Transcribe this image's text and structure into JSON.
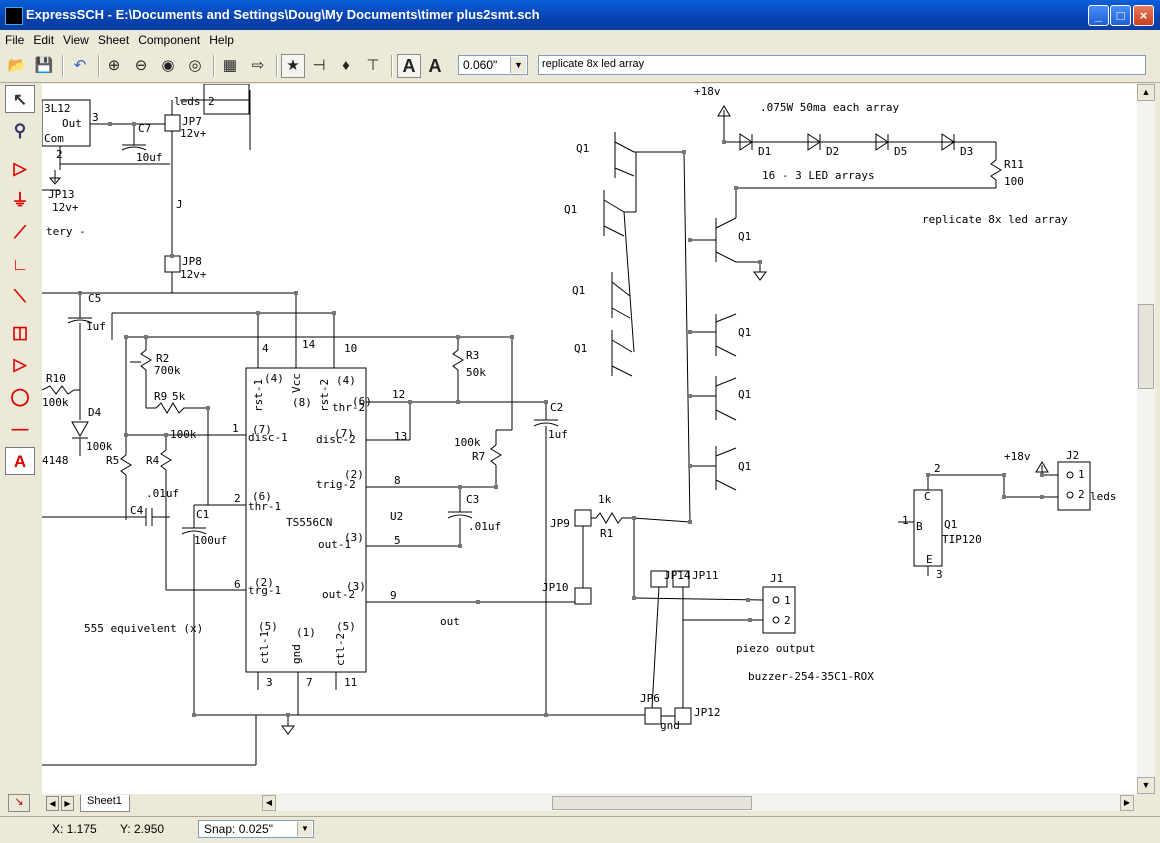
{
  "window": {
    "title": "ExpressSCH - E:\\Documents and Settings\\Doug\\My Documents\\timer plus2smt.sch",
    "controls": {
      "minimize": "_",
      "maximize": "□",
      "close": "×"
    }
  },
  "menu": [
    "File",
    "Edit",
    "View",
    "Sheet",
    "Component",
    "Help"
  ],
  "toolbar": {
    "icons": [
      "open-folder-icon",
      "save-icon",
      "undo-icon",
      "zoom-in-icon",
      "zoom-out-icon",
      "zoom-area-icon",
      "zoom-fit-icon",
      "properties-icon",
      "netlist-icon",
      "select-person-icon",
      "probe-icon",
      "part-icon",
      "pin-icon",
      "text-a-outline-icon",
      "text-a-icon"
    ],
    "grid_value": "0.060\"",
    "text_entry": "replicate 8x led array"
  },
  "palette": [
    "pointer-icon",
    "zoom-select-icon",
    "component-icon",
    "ground-icon",
    "wire-icon",
    "bus-icon",
    "line-icon",
    "port-icon",
    "triangle-icon",
    "circle-icon",
    "connector-icon",
    "text-icon"
  ],
  "schematic": {
    "labels": [
      "3L12",
      "Out",
      "Com",
      "3",
      "2",
      "C7",
      "10uf",
      "JP7",
      "12v+",
      "JP13",
      "12v+",
      "tery -",
      "J",
      "JP8",
      "12v+",
      "leds",
      "2",
      "C5",
      "1uf",
      "R10",
      "100k",
      "D4",
      "100k",
      "4148",
      "R5",
      "R2",
      "700k",
      "R9",
      "5k",
      "100k",
      "R4",
      ".01uf",
      "C4",
      "C1",
      "100uf",
      "4",
      "14",
      "10",
      "rst-1",
      "(4)",
      "Vcc",
      "(8)",
      "rst-2",
      "(4)",
      "thr-2",
      "(6)",
      "disc-1",
      "(7)",
      "disc-2",
      "(7)",
      "trig-2",
      "(2)",
      "thr-1",
      "(6)",
      "TS556CN",
      "U2",
      "out-1",
      "(3)",
      "trg-1",
      "(2)",
      "out-2",
      "(3)",
      "(5)",
      "ctl-1",
      "(1)",
      "gnd",
      "(5)",
      "ctl-2",
      "1",
      "2",
      "6",
      "12",
      "13",
      "8",
      "5",
      "9",
      "3",
      "7",
      "11",
      "555 equivelent  (x)",
      "out",
      "R3",
      "50k",
      "100k",
      "R7",
      "C2",
      "1uf",
      "C3",
      ".01uf",
      "+18v",
      ".075W  50ma each array",
      "D1",
      "D2",
      "D5",
      "D3",
      "R11",
      "100",
      "16 - 3 LED arrays",
      "replicate 8x led array",
      "Q1",
      "Q1",
      "Q1",
      "Q1",
      "Q1",
      "Q1",
      "Q1",
      "Q1",
      "1k",
      "R1",
      "JP9",
      "JP10",
      "JP14",
      "JP11",
      "J1",
      "1",
      "2",
      "piezo output",
      "buzzer-254-35C1-ROX",
      "JP6",
      "JP12",
      "gnd",
      "+18v",
      "J2",
      "1",
      "2",
      "leds",
      "2",
      "C",
      "B",
      "E",
      "1",
      "3",
      "Q1",
      "TIP120"
    ]
  },
  "sheet_tab": "Sheet1",
  "status": {
    "x": "X: 1.175",
    "y": "Y: 2.950",
    "snap": "Snap:  0.025\""
  }
}
